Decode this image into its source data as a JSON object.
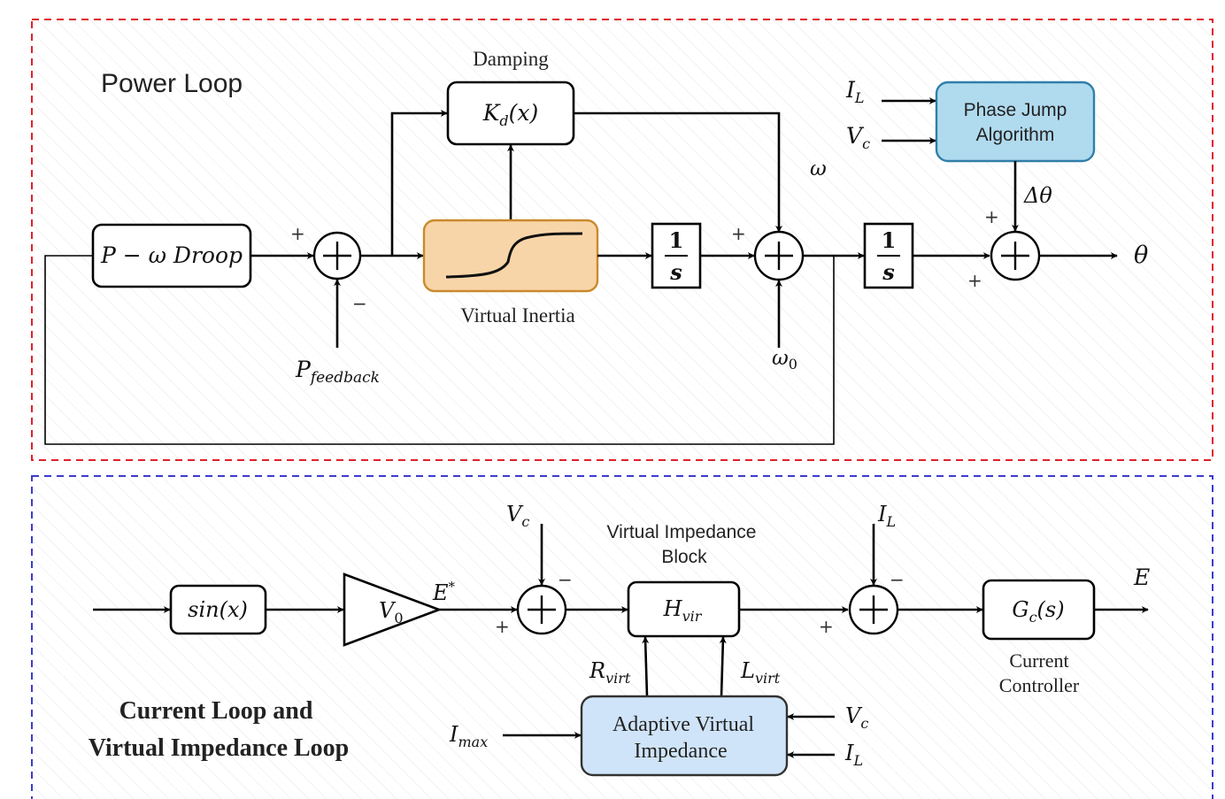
{
  "colors": {
    "power_loop_border": "#e0202c",
    "current_loop_border": "#3c3ccc",
    "virtual_inertia_fill": "#f8d5a8",
    "virtual_inertia_stroke": "#c98a2c",
    "phase_jump_fill": "#b0daee",
    "phase_jump_stroke": "#2f7fa8",
    "adaptive_vi_fill": "#cfe4f8",
    "adaptive_vi_stroke": "#333333"
  },
  "power_loop": {
    "title": "Power Loop",
    "droop_block": "P − ω Droop",
    "sum1": {
      "sign_top": "+",
      "sign_bottom": "−"
    },
    "p_feedback": {
      "base": "P",
      "sub": "feedback"
    },
    "damping_label": "Damping",
    "kd_block": {
      "base": "K",
      "sub": "d",
      "arg": "(x)"
    },
    "virtual_inertia_label": "Virtual Inertia",
    "integrator1": {
      "num": "1",
      "den": "s"
    },
    "sum2": {
      "sign_left": "+"
    },
    "omega_label": "ω",
    "omega0": {
      "base": "ω",
      "sub": "0"
    },
    "integrator2": {
      "num": "1",
      "den": "s"
    },
    "phase_jump": {
      "line1": "Phase Jump",
      "line2": "Algorithm",
      "input_il": {
        "base": "I",
        "sub": "L"
      },
      "input_vc": {
        "base": "V",
        "sub": "c"
      }
    },
    "delta_theta": "Δθ",
    "sum3": {
      "sign_top": "+",
      "sign_bottom": "+"
    },
    "output_theta": "θ"
  },
  "current_loop": {
    "title_line1": "Current Loop and",
    "title_line2": "Virtual Impedance Loop",
    "sin_block": "sin(x)",
    "gain": {
      "base": "V",
      "sub": "0"
    },
    "e_star": {
      "base": "E",
      "sup": "*"
    },
    "sum1": {
      "sign_bottom": "+",
      "sign_top": "−",
      "input": {
        "base": "V",
        "sub": "c"
      }
    },
    "vi_block_label_line1": "Virtual Impedance",
    "vi_block_label_line2": "Block",
    "hvir": {
      "base": "H",
      "sub": "vir"
    },
    "r_virt": {
      "base": "R",
      "sub": "virt"
    },
    "l_virt": {
      "base": "L",
      "sub": "virt"
    },
    "sum2": {
      "sign_bottom": "+",
      "sign_top": "−",
      "input": {
        "base": "I",
        "sub": "L"
      }
    },
    "gc_block": {
      "base": "G",
      "sub": "c",
      "arg": "(s)"
    },
    "current_controller_line1": "Current",
    "current_controller_line2": "Controller",
    "output_e": "E",
    "adaptive_vi": {
      "line1": "Adaptive Virtual",
      "line2": "Impedance",
      "input_imax": {
        "base": "I",
        "sub": "max"
      },
      "input_vc": {
        "base": "V",
        "sub": "c"
      },
      "input_il": {
        "base": "I",
        "sub": "L"
      }
    }
  }
}
